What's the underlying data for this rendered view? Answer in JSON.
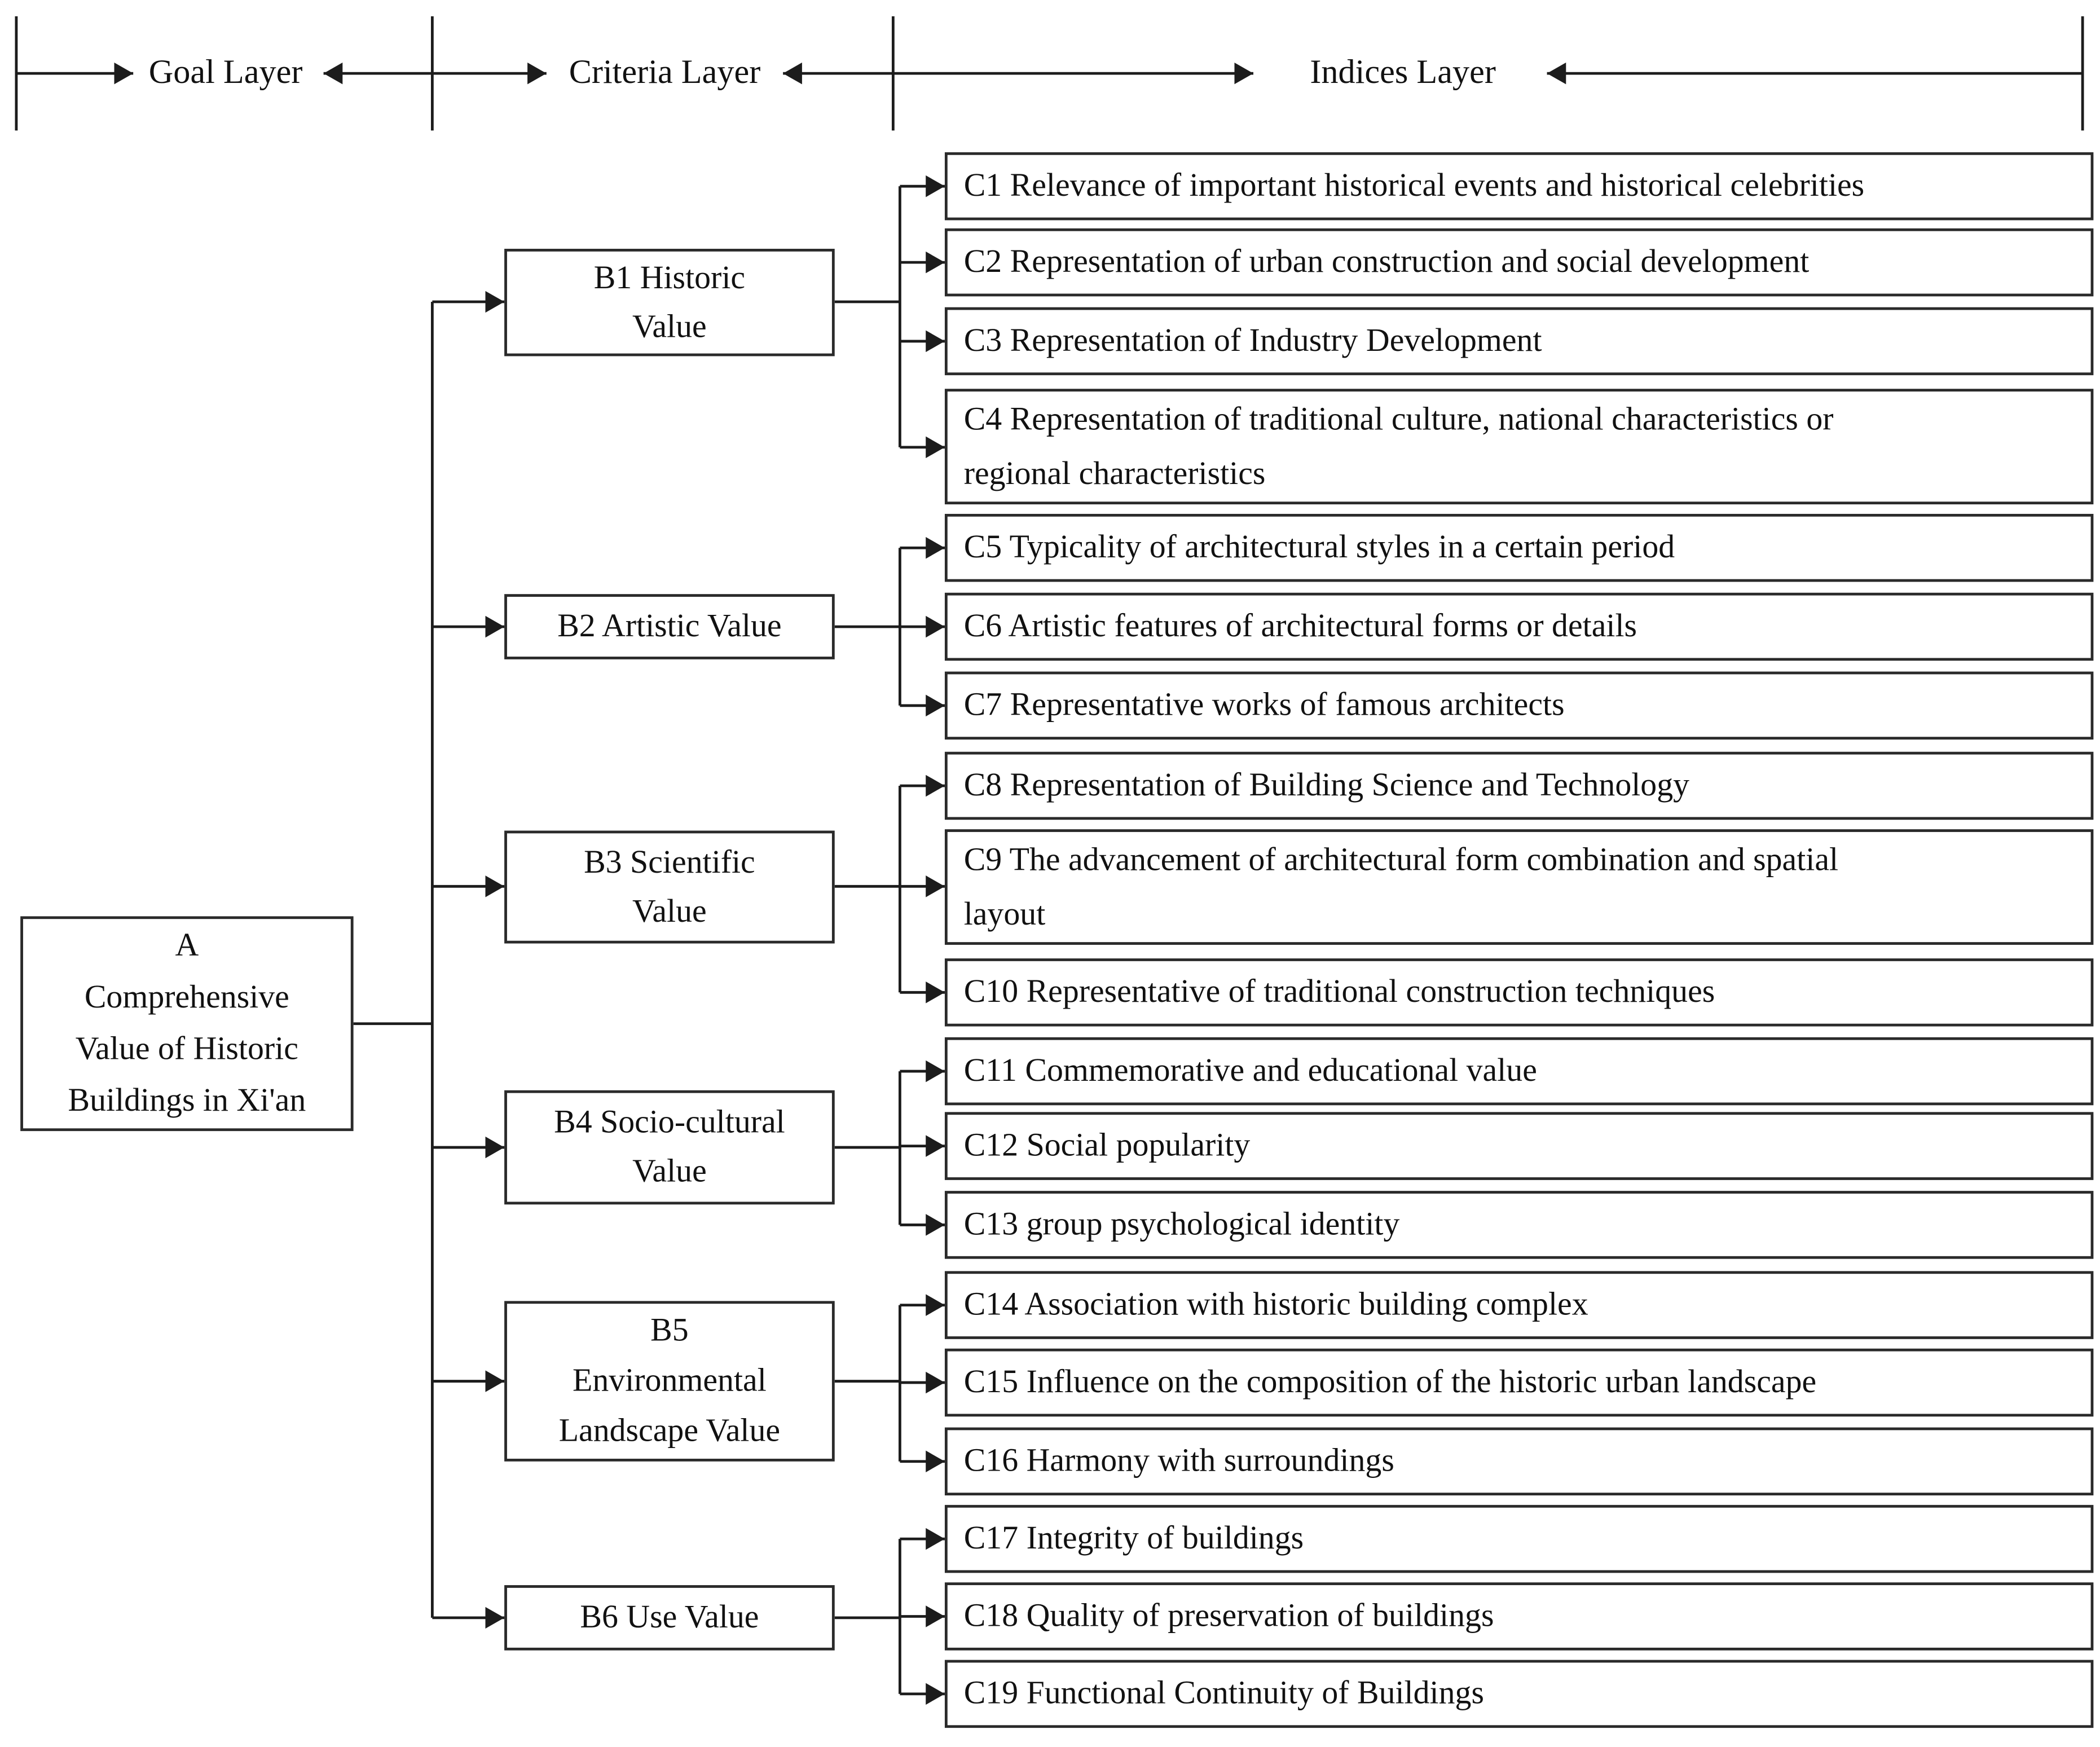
{
  "header": {
    "goal": "Goal Layer",
    "criteria": "Criteria Layer",
    "indices": "Indices Layer"
  },
  "goal": {
    "text": "A\nComprehensive\nValue of Historic\nBuildings in Xi'an"
  },
  "criteria": [
    {
      "id": "B1",
      "label": "B1 Historic\nValue",
      "indices": [
        "C1 Relevance of important historical events and historical celebrities",
        "C2 Representation of urban construction and social development",
        "C3 Representation of Industry Development",
        "C4 Representation of traditional culture, national characteristics or\nregional characteristics"
      ]
    },
    {
      "id": "B2",
      "label": "B2 Artistic Value",
      "indices": [
        "C5 Typicality of architectural styles in a certain period",
        "C6 Artistic features of architectural forms or details",
        "C7 Representative works of famous architects"
      ]
    },
    {
      "id": "B3",
      "label": "B3 Scientific\nValue",
      "indices": [
        "C8 Representation of Building Science and Technology",
        "C9 The advancement of architectural form combination and spatial\nlayout",
        "C10 Representative of traditional construction techniques"
      ]
    },
    {
      "id": "B4",
      "label": "B4 Socio-cultural\nValue",
      "indices": [
        "C11 Commemorative and educational value",
        "C12 Social popularity",
        "C13 group psychological identity"
      ]
    },
    {
      "id": "B5",
      "label": "B5\nEnvironmental\nLandscape Value",
      "indices": [
        "C14 Association with historic building complex",
        "C15 Influence on the composition of the historic urban landscape",
        "C16 Harmony with surroundings"
      ]
    },
    {
      "id": "B6",
      "label": "B6 Use Value",
      "indices": [
        "C17 Integrity of buildings",
        "C18 Quality of preservation of buildings",
        "C19 Functional Continuity of Buildings"
      ]
    }
  ]
}
